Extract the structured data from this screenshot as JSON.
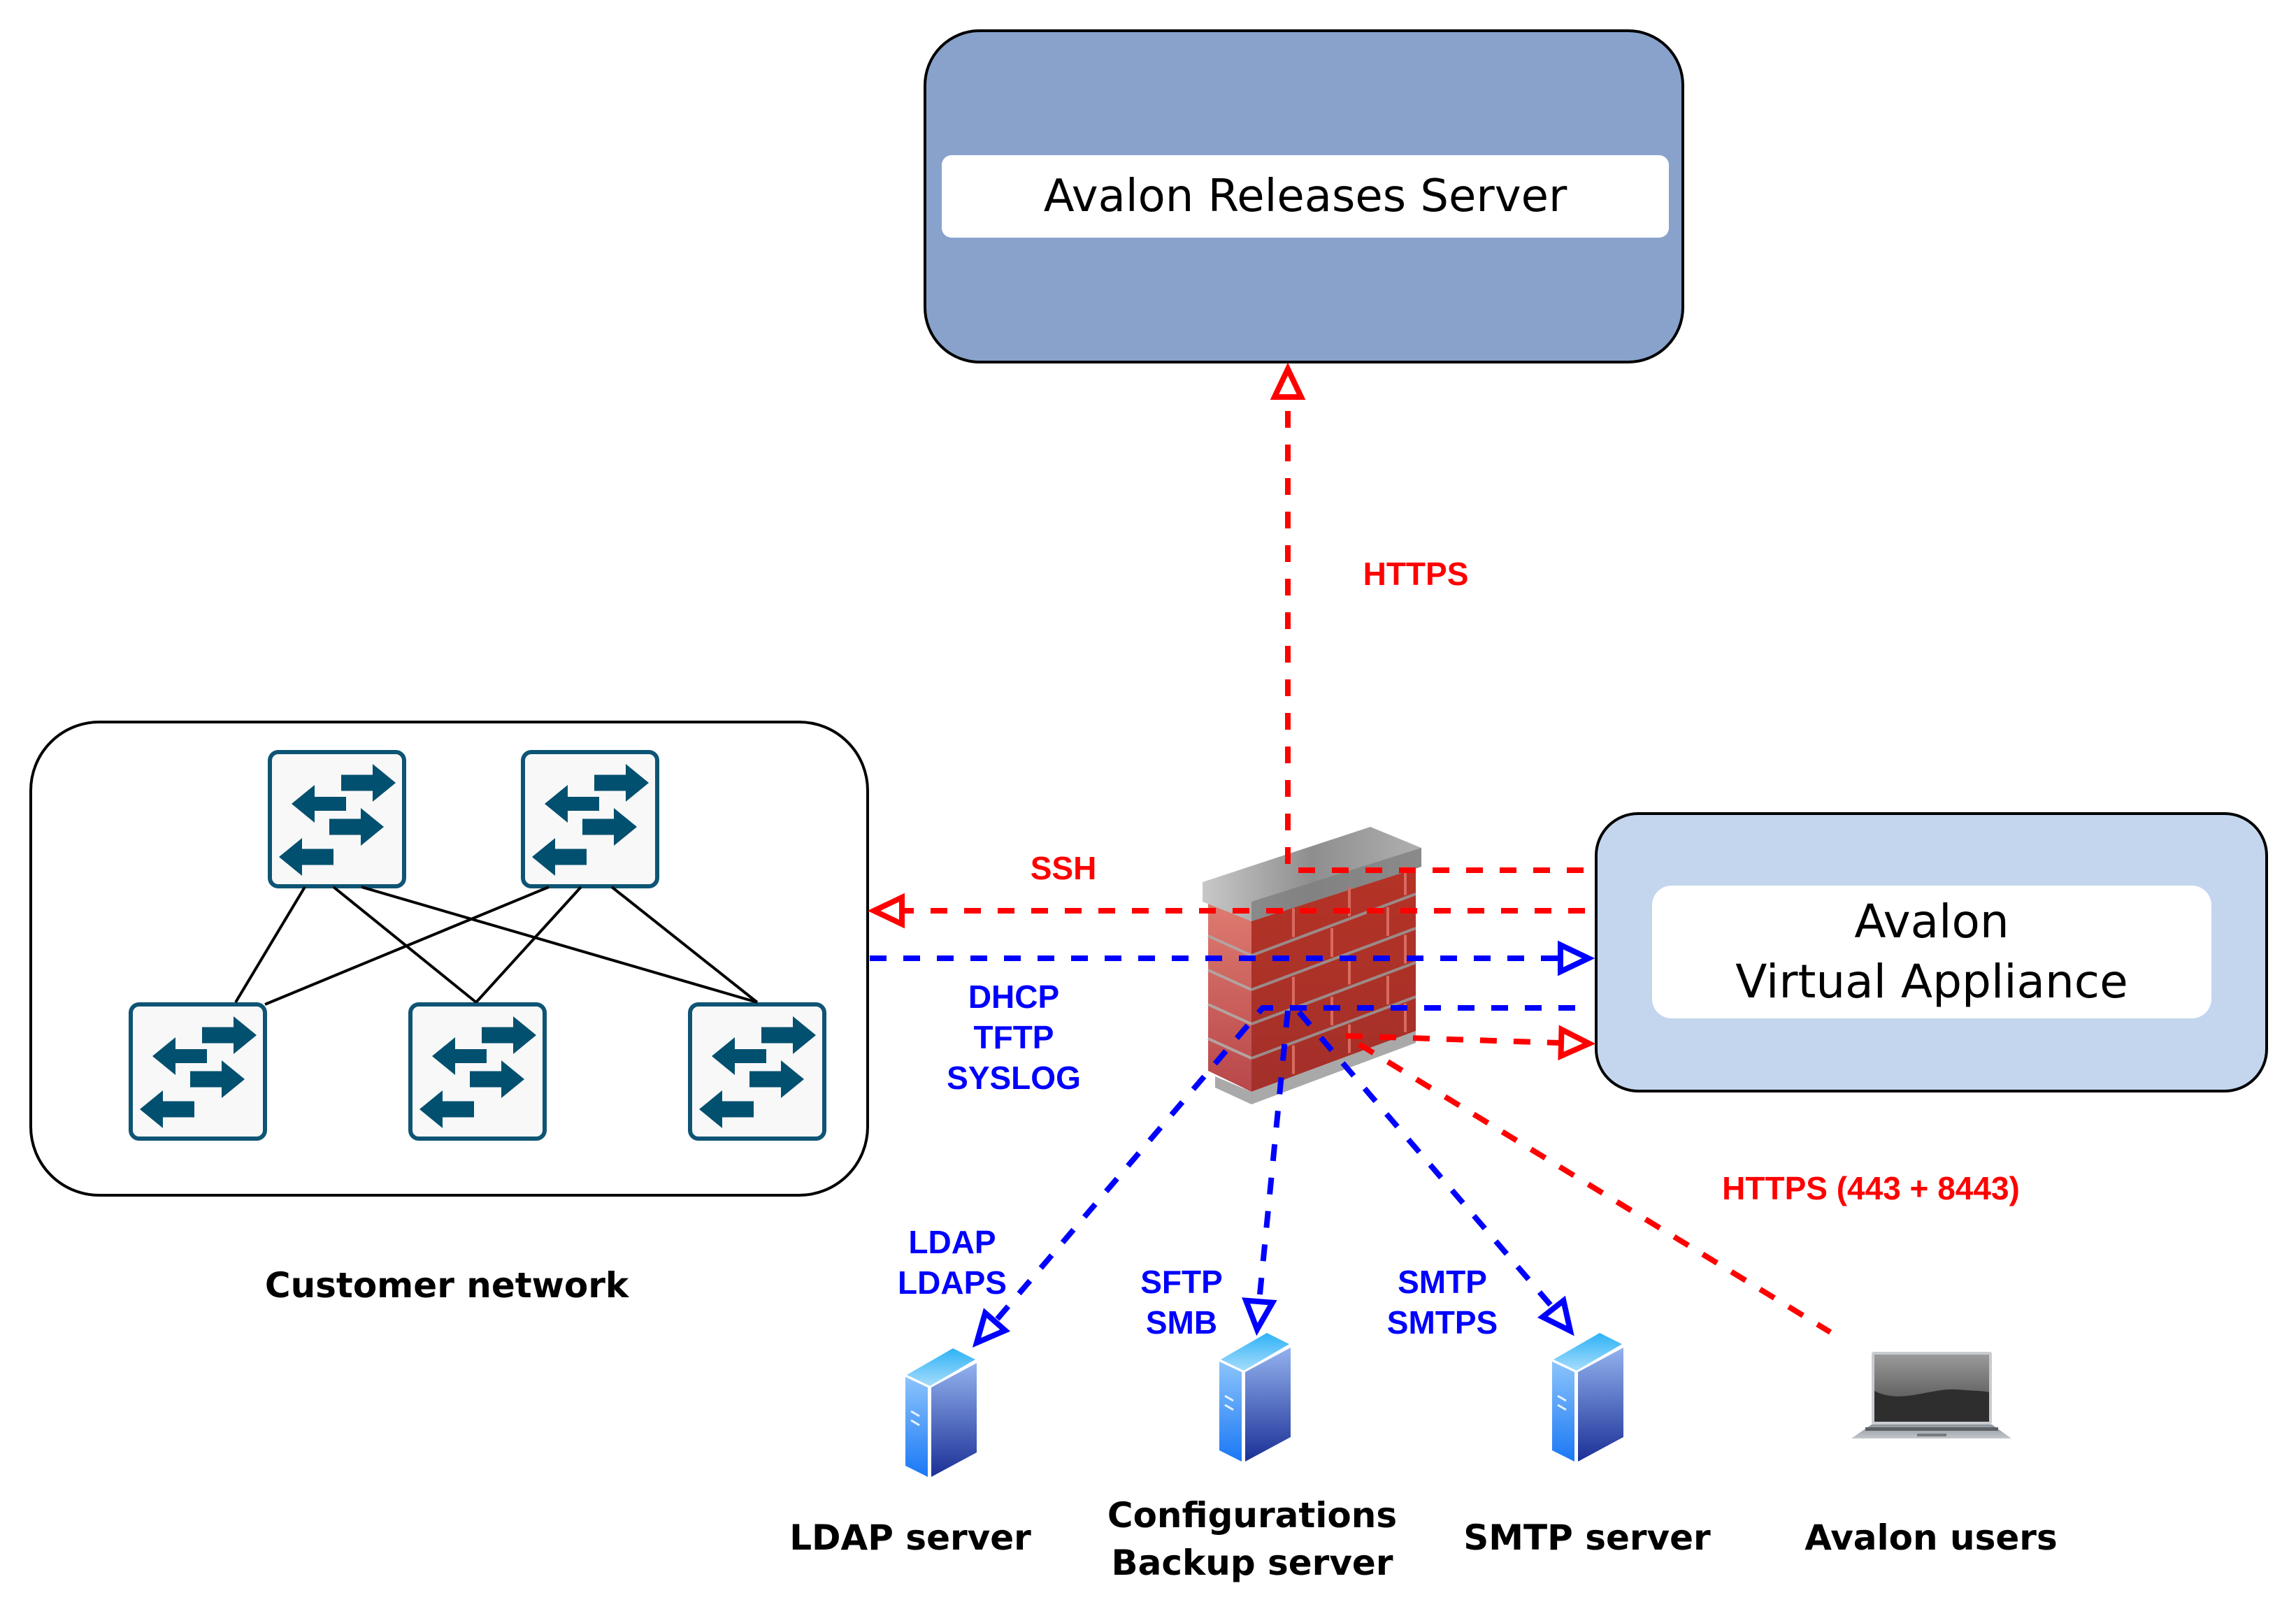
{
  "colors": {
    "red_link": "#ff0000",
    "blue_link": "#0000ff",
    "releases_fill": "#88a2cc",
    "appliance_fill": "#c4d6ee",
    "switch_stroke": "#0e5474",
    "switch_fill": "#f8f8f8",
    "switch_arrow": "#02506f"
  },
  "nodes": {
    "releases_server": {
      "label": "Avalon Releases Server"
    },
    "virtual_appliance": {
      "label_line1": "Avalon",
      "label_line2": "Virtual Appliance"
    },
    "customer_network": {
      "label": "Customer network",
      "switch_count": 5
    },
    "firewall": {
      "icon": "firewall-icon"
    },
    "ldap_server": {
      "label": "LDAP server",
      "icon": "server-icon"
    },
    "backup_server": {
      "label_line1": "Configurations",
      "label_line2": "Backup server",
      "icon": "server-icon"
    },
    "smtp_server": {
      "label": "SMTP server",
      "icon": "server-icon"
    },
    "users": {
      "label": "Avalon users",
      "icon": "laptop-icon"
    }
  },
  "links": {
    "https_releases": {
      "lines": [
        "HTTPS"
      ],
      "color": "red",
      "from": "virtual_appliance",
      "to": "releases_server",
      "style": "dashed"
    },
    "ssh": {
      "lines": [
        "SSH"
      ],
      "color": "red",
      "from": "virtual_appliance",
      "to": "customer_network",
      "style": "dashed"
    },
    "dhcp": {
      "lines": [
        "DHCP",
        "TFTP",
        "SYSLOG"
      ],
      "color": "blue",
      "from": "customer_network",
      "to": "virtual_appliance",
      "style": "dashed"
    },
    "ldap": {
      "lines": [
        "LDAP",
        "LDAPS"
      ],
      "color": "blue",
      "from": "virtual_appliance",
      "to": "ldap_server",
      "style": "dashed"
    },
    "sftp": {
      "lines": [
        "SFTP",
        "SMB"
      ],
      "color": "blue",
      "from": "virtual_appliance",
      "to": "backup_server",
      "style": "dashed"
    },
    "smtp": {
      "lines": [
        "SMTP",
        "SMTPS"
      ],
      "color": "blue",
      "from": "virtual_appliance",
      "to": "smtp_server",
      "style": "dashed"
    },
    "https_users": {
      "lines": [
        "HTTPS (443 + 8443)"
      ],
      "color": "red",
      "from": "users",
      "to": "virtual_appliance",
      "style": "dashed"
    }
  }
}
